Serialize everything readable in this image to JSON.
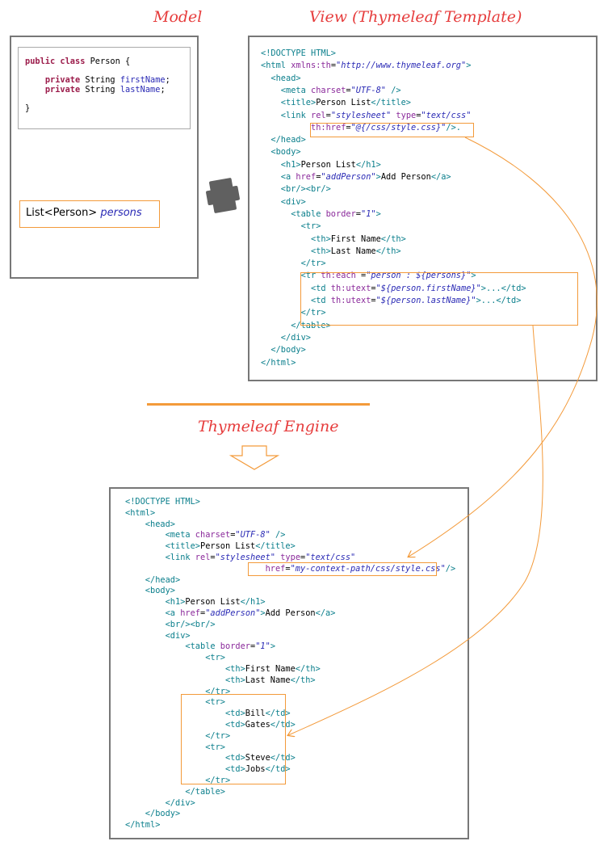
{
  "headings": {
    "model": "Model",
    "view": "View (Thymeleaf Template)",
    "engine": "Thymeleaf Engine"
  },
  "model": {
    "code": [
      [
        {
          "t": "public class",
          "c": "kw"
        },
        {
          "t": " Person {",
          "c": "tx"
        }
      ],
      [],
      [
        {
          "t": "    ",
          "c": "tx"
        },
        {
          "t": "private",
          "c": "kw"
        },
        {
          "t": " String ",
          "c": "tx"
        },
        {
          "t": "firstName",
          "c": "id"
        },
        {
          "t": ";",
          "c": "tx"
        }
      ],
      [
        {
          "t": "    ",
          "c": "tx"
        },
        {
          "t": "private",
          "c": "kw"
        },
        {
          "t": " String ",
          "c": "tx"
        },
        {
          "t": "lastName",
          "c": "id"
        },
        {
          "t": ";",
          "c": "tx"
        }
      ],
      [],
      [
        {
          "t": "}",
          "c": "tx"
        }
      ]
    ],
    "list_type": "List<Person>",
    "list_var": "persons"
  },
  "template": {
    "lines": [
      [
        {
          "t": "<!DOCTYPE HTML>",
          "c": "tag"
        }
      ],
      [
        {
          "t": "<html ",
          "c": "tag"
        },
        {
          "t": "xmlns:th",
          "c": "at"
        },
        {
          "t": "=",
          "c": "tx"
        },
        {
          "t": "\"http://www.thymeleaf.org\"",
          "c": "val"
        },
        {
          "t": ">",
          "c": "tag"
        }
      ],
      [
        {
          "t": "  <head>",
          "c": "tag"
        }
      ],
      [
        {
          "t": "    <meta ",
          "c": "tag"
        },
        {
          "t": "charset",
          "c": "at"
        },
        {
          "t": "=",
          "c": "tx"
        },
        {
          "t": "\"UTF-8\"",
          "c": "val"
        },
        {
          "t": " />",
          "c": "tag"
        }
      ],
      [
        {
          "t": "    <title>",
          "c": "tag"
        },
        {
          "t": "Person List",
          "c": "tx"
        },
        {
          "t": "</title>",
          "c": "tag"
        }
      ],
      [
        {
          "t": "    <link ",
          "c": "tag"
        },
        {
          "t": "rel",
          "c": "at"
        },
        {
          "t": "=",
          "c": "tx"
        },
        {
          "t": "\"stylesheet\"",
          "c": "val"
        },
        {
          "t": " type",
          "c": "at"
        },
        {
          "t": "=",
          "c": "tx"
        },
        {
          "t": "\"text/css\"",
          "c": "val"
        }
      ],
      [
        {
          "t": "          th:href",
          "c": "at"
        },
        {
          "t": "=",
          "c": "tx"
        },
        {
          "t": "\"@{/css/style.css}\"",
          "c": "val"
        },
        {
          "t": "/>.",
          "c": "tag"
        }
      ],
      [
        {
          "t": "  </head>",
          "c": "tag"
        }
      ],
      [
        {
          "t": "  <body>",
          "c": "tag"
        }
      ],
      [
        {
          "t": "    <h1>",
          "c": "tag"
        },
        {
          "t": "Person List",
          "c": "tx"
        },
        {
          "t": "</h1>",
          "c": "tag"
        }
      ],
      [
        {
          "t": "    <a ",
          "c": "tag"
        },
        {
          "t": "href",
          "c": "at"
        },
        {
          "t": "=",
          "c": "tx"
        },
        {
          "t": "\"addPerson\"",
          "c": "val"
        },
        {
          "t": ">",
          "c": "tag"
        },
        {
          "t": "Add Person",
          "c": "tx"
        },
        {
          "t": "</a>",
          "c": "tag"
        }
      ],
      [
        {
          "t": "    <br/><br/>",
          "c": "tag"
        }
      ],
      [
        {
          "t": "    <div>",
          "c": "tag"
        }
      ],
      [
        {
          "t": "      <table ",
          "c": "tag"
        },
        {
          "t": "border",
          "c": "at"
        },
        {
          "t": "=",
          "c": "tx"
        },
        {
          "t": "\"1\"",
          "c": "val"
        },
        {
          "t": ">",
          "c": "tag"
        }
      ],
      [
        {
          "t": "        <tr>",
          "c": "tag"
        }
      ],
      [
        {
          "t": "          <th>",
          "c": "tag"
        },
        {
          "t": "First Name",
          "c": "tx"
        },
        {
          "t": "</th>",
          "c": "tag"
        }
      ],
      [
        {
          "t": "          <th>",
          "c": "tag"
        },
        {
          "t": "Last Name",
          "c": "tx"
        },
        {
          "t": "</th>",
          "c": "tag"
        }
      ],
      [
        {
          "t": "        </tr>",
          "c": "tag"
        }
      ],
      [
        {
          "t": "        <tr ",
          "c": "tag"
        },
        {
          "t": "th:each",
          "c": "at"
        },
        {
          "t": " =",
          "c": "tx"
        },
        {
          "t": "\"person : ${persons}\"",
          "c": "val"
        },
        {
          "t": ">",
          "c": "tag"
        }
      ],
      [
        {
          "t": "          <td ",
          "c": "tag"
        },
        {
          "t": "th:utext",
          "c": "at"
        },
        {
          "t": "=",
          "c": "tx"
        },
        {
          "t": "\"${person.firstName}\"",
          "c": "val"
        },
        {
          "t": ">...</td>",
          "c": "tag"
        }
      ],
      [
        {
          "t": "          <td ",
          "c": "tag"
        },
        {
          "t": "th:utext",
          "c": "at"
        },
        {
          "t": "=",
          "c": "tx"
        },
        {
          "t": "\"${person.lastName}\"",
          "c": "val"
        },
        {
          "t": ">...</td>",
          "c": "tag"
        }
      ],
      [
        {
          "t": "        </tr>",
          "c": "tag"
        }
      ],
      [
        {
          "t": "      </table>",
          "c": "tag"
        }
      ],
      [
        {
          "t": "    </div>",
          "c": "tag"
        }
      ],
      [
        {
          "t": "  </body>",
          "c": "tag"
        }
      ],
      [
        {
          "t": "</html>",
          "c": "tag"
        }
      ]
    ]
  },
  "output": {
    "lines": [
      [
        {
          "t": "<!DOCTYPE HTML>",
          "c": "tag"
        }
      ],
      [
        {
          "t": "<html>",
          "c": "tag"
        }
      ],
      [
        {
          "t": "    <head>",
          "c": "tag"
        }
      ],
      [
        {
          "t": "        <meta ",
          "c": "tag"
        },
        {
          "t": "charset",
          "c": "at"
        },
        {
          "t": "=",
          "c": "tx"
        },
        {
          "t": "\"UTF-8\"",
          "c": "val"
        },
        {
          "t": " />",
          "c": "tag"
        }
      ],
      [
        {
          "t": "        <title>",
          "c": "tag"
        },
        {
          "t": "Person List",
          "c": "tx"
        },
        {
          "t": "</title>",
          "c": "tag"
        }
      ],
      [
        {
          "t": "        <link ",
          "c": "tag"
        },
        {
          "t": "rel",
          "c": "at"
        },
        {
          "t": "=",
          "c": "tx"
        },
        {
          "t": "\"stylesheet\"",
          "c": "val"
        },
        {
          "t": " type",
          "c": "at"
        },
        {
          "t": "=",
          "c": "tx"
        },
        {
          "t": "\"text/css\"",
          "c": "val"
        }
      ],
      [
        {
          "t": "                            href",
          "c": "at"
        },
        {
          "t": "=",
          "c": "tx"
        },
        {
          "t": "\"my-context-path/css/style.css\"",
          "c": "val"
        },
        {
          "t": "/>",
          "c": "tag"
        }
      ],
      [
        {
          "t": "    </head>",
          "c": "tag"
        }
      ],
      [
        {
          "t": "    <body>",
          "c": "tag"
        }
      ],
      [
        {
          "t": "        <h1>",
          "c": "tag"
        },
        {
          "t": "Person List",
          "c": "tx"
        },
        {
          "t": "</h1>",
          "c": "tag"
        }
      ],
      [
        {
          "t": "        <a ",
          "c": "tag"
        },
        {
          "t": "href",
          "c": "at"
        },
        {
          "t": "=",
          "c": "tx"
        },
        {
          "t": "\"addPerson\"",
          "c": "val"
        },
        {
          "t": ">",
          "c": "tag"
        },
        {
          "t": "Add Person",
          "c": "tx"
        },
        {
          "t": "</a>",
          "c": "tag"
        }
      ],
      [
        {
          "t": "        <br/><br/>",
          "c": "tag"
        }
      ],
      [
        {
          "t": "        <div>",
          "c": "tag"
        }
      ],
      [
        {
          "t": "            <table ",
          "c": "tag"
        },
        {
          "t": "border",
          "c": "at"
        },
        {
          "t": "=",
          "c": "tx"
        },
        {
          "t": "\"1\"",
          "c": "val"
        },
        {
          "t": ">",
          "c": "tag"
        }
      ],
      [
        {
          "t": "                <tr>",
          "c": "tag"
        }
      ],
      [
        {
          "t": "                    <th>",
          "c": "tag"
        },
        {
          "t": "First Name",
          "c": "tx"
        },
        {
          "t": "</th>",
          "c": "tag"
        }
      ],
      [
        {
          "t": "                    <th>",
          "c": "tag"
        },
        {
          "t": "Last Name",
          "c": "tx"
        },
        {
          "t": "</th>",
          "c": "tag"
        }
      ],
      [
        {
          "t": "                </tr>",
          "c": "tag"
        }
      ],
      [
        {
          "t": "                <tr>",
          "c": "tag"
        }
      ],
      [
        {
          "t": "                    <td>",
          "c": "tag"
        },
        {
          "t": "Bill",
          "c": "tx"
        },
        {
          "t": "</td>",
          "c": "tag"
        }
      ],
      [
        {
          "t": "                    <td>",
          "c": "tag"
        },
        {
          "t": "Gates",
          "c": "tx"
        },
        {
          "t": "</td>",
          "c": "tag"
        }
      ],
      [
        {
          "t": "                </tr>",
          "c": "tag"
        }
      ],
      [
        {
          "t": "                <tr>",
          "c": "tag"
        }
      ],
      [
        {
          "t": "                    <td>",
          "c": "tag"
        },
        {
          "t": "Steve",
          "c": "tx"
        },
        {
          "t": "</td>",
          "c": "tag"
        }
      ],
      [
        {
          "t": "                    <td>",
          "c": "tag"
        },
        {
          "t": "Jobs",
          "c": "tx"
        },
        {
          "t": "</td>",
          "c": "tag"
        }
      ],
      [
        {
          "t": "                </tr>",
          "c": "tag"
        }
      ],
      [
        {
          "t": "            </table>",
          "c": "tag"
        }
      ],
      [
        {
          "t": "        </div>",
          "c": "tag"
        }
      ],
      [
        {
          "t": "    </body>",
          "c": "tag"
        }
      ],
      [
        {
          "t": "</html>",
          "c": "tag"
        }
      ]
    ]
  },
  "colors": {
    "heading": "#e63c3c",
    "highlight": "#f39a3a",
    "tag": "#0b7f8c",
    "attribute": "#8b2a9b",
    "value": "#2a2ab5",
    "keyword": "#9b1b4a"
  }
}
